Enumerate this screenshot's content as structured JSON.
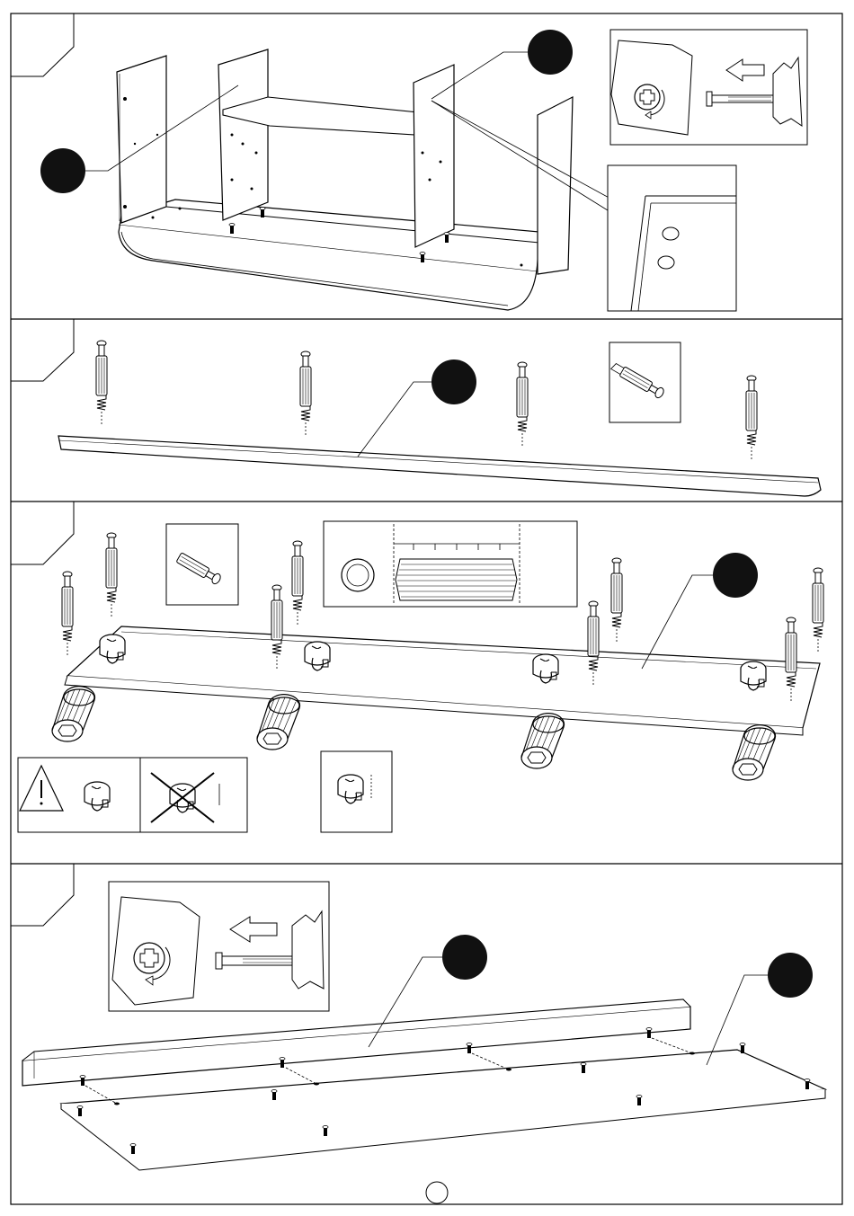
{
  "document": {
    "type": "assembly-instructions",
    "steps": [
      {
        "id": "step-1",
        "insets": [
          "screw-direction-detail",
          "pre-drilled-holes-detail"
        ]
      },
      {
        "id": "step-2",
        "insets": [
          "cam-bolt-detail"
        ]
      },
      {
        "id": "step-3",
        "insets": [
          "cam-bolt-detail",
          "dowel-detail",
          "cam-lock-warning",
          "cam-lock-wrong",
          "cam-lock-correct"
        ]
      },
      {
        "id": "step-4",
        "insets": [
          "screw-direction-detail"
        ]
      }
    ],
    "colors": {
      "ink": "#000000",
      "paper": "#ffffff",
      "callout-fill": "#111111"
    }
  }
}
